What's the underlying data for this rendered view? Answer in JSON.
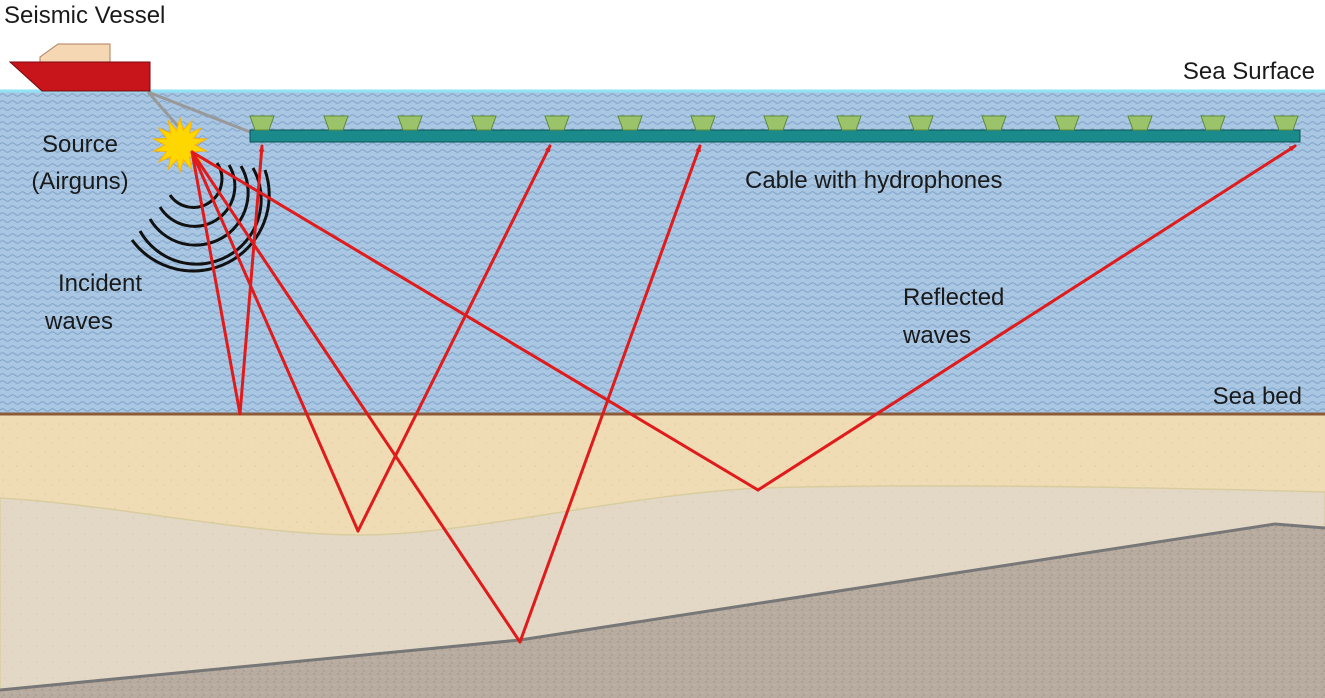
{
  "labels": {
    "vessel": "Seismic Vessel",
    "sea_surface": "Sea Surface",
    "source_line1": "Source",
    "source_line2": "(Airguns)",
    "cable": "Cable with hydrophones",
    "incident_line1": "Incident",
    "incident_line2": "waves",
    "reflected_line1": "Reflected",
    "reflected_line2": "waves",
    "sea_bed": "Sea bed"
  },
  "colors": {
    "sky": "#ffffff",
    "water": "#a9c6e2",
    "sea_surface_line": "#8fe3f5",
    "seabed_line": "#8a5a3a",
    "sand_layer": "#f0dcb4",
    "mid_layer": "#e3d8c6",
    "bedrock": "#b8aca0",
    "bedrock_boundary": "#777777",
    "vessel_hull": "#c8141b",
    "vessel_cabin": "#f6d7b4",
    "cable": "#1b8a8a",
    "hydrophone": "#9bc46a",
    "ray": "#e01b1b",
    "source_burst": "#ffd700"
  },
  "icons": {
    "vessel": "ship-icon",
    "source": "explosion-burst-icon",
    "hydrophone": "hydrophone-icon"
  }
}
